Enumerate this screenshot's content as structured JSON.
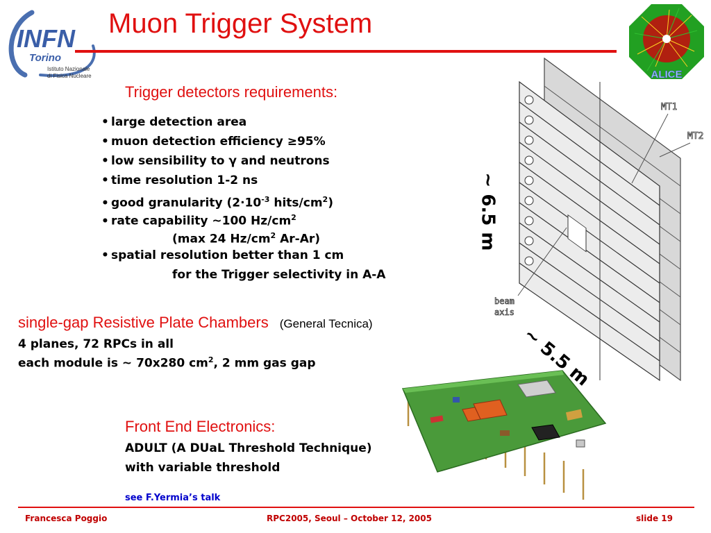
{
  "header": {
    "title": "Muon Trigger System",
    "infn_logo": {
      "name": "INFN",
      "city": "Torino",
      "line1": "Istituto Nazionale",
      "line2": "di Fisica Nucleare"
    },
    "alice_logo": {
      "text": "ALICE"
    }
  },
  "requirements": {
    "heading": "Trigger detectors requirements:",
    "items": [
      {
        "pre": "large detection area"
      },
      {
        "pre": "muon detection efficiency ≥95%"
      },
      {
        "pre": "low sensibility to γ and neutrons"
      },
      {
        "pre": "time resolution 1-2 ns"
      },
      {
        "pre": "good granularity (2·10",
        "sup1": "-3",
        "mid": " hits/cm",
        "sup2": "2",
        "post": ")"
      },
      {
        "pre": "rate capability ~100 Hz/cm",
        "sup1": "2"
      },
      {
        "pre": "(max 24 Hz/cm",
        "sup1": "2",
        "post": " Ar-Ar)"
      },
      {
        "pre": "spatial resolution better than 1 cm"
      },
      {
        "pre": "for the Trigger selectivity in A-A"
      }
    ]
  },
  "rpc": {
    "heading": "single-gap Resistive Plate Chambers",
    "maker": "(General Tecnica)",
    "line1": "4 planes, 72 RPCs in all",
    "line2_pre": "each module is ~ 70x280 cm",
    "line2_sup": "2",
    "line2_post": ", 2 mm gas gap"
  },
  "frontend": {
    "heading": "Front End Electronics:",
    "line1": "ADULT (A DUaL Threshold Technique)",
    "line2": "with variable threshold",
    "talk": "see F.Yermia’s talk"
  },
  "detector_diagram": {
    "label_mt1": "MT1",
    "label_mt2": "MT2",
    "beam_line1": "beam",
    "beam_line2": "axis",
    "height_dim": "~ 6.5 m",
    "width_dim": "~ 5.5 m"
  },
  "footer": {
    "author": "Francesca Poggio",
    "event": "RPC2005, Seoul – October 12, 2005",
    "slide": "slide 19"
  },
  "colors": {
    "accent": "#e01010",
    "footer": "#c00000",
    "link": "#0000cc"
  }
}
